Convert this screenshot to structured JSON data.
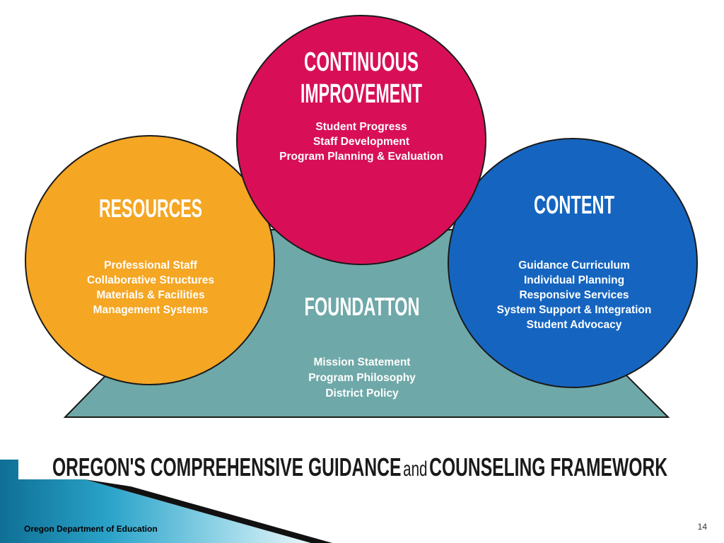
{
  "colors": {
    "foundation": "#6fa8a8",
    "continuous_improvement": "#d80f57",
    "resources": "#f5a623",
    "content": "#1565c0",
    "outline": "#1a1a1a",
    "footer_band": "#1e8fb8"
  },
  "foundation": {
    "heading": "FOUNDATTON",
    "items": [
      "Mission Statement",
      "Program Philosophy",
      "District Policy"
    ]
  },
  "continuous_improvement": {
    "heading_line1": "CONTINUOUS",
    "heading_line2": "IMPROVEMENT",
    "items": [
      "Student Progress",
      "Staff Development",
      "Program Planning & Evaluation"
    ]
  },
  "resources": {
    "heading": "RESOURCES",
    "items": [
      "Professional Staff",
      "Collaborative Structures",
      "Materials & Facilities",
      "Management Systems"
    ]
  },
  "content": {
    "heading": "CONTENT",
    "items": [
      "Guidance Curriculum",
      "Individual Planning",
      "Responsive Services",
      "System Support & Integration",
      "Student Advocacy"
    ]
  },
  "title": {
    "part1": "OREGON'S COMPREHENSIVE GUIDANCE",
    "connector": "and",
    "part2": "COUNSELING FRAMEWORK"
  },
  "footer": {
    "organization": "Oregon Department of Education",
    "page_number": "14"
  }
}
